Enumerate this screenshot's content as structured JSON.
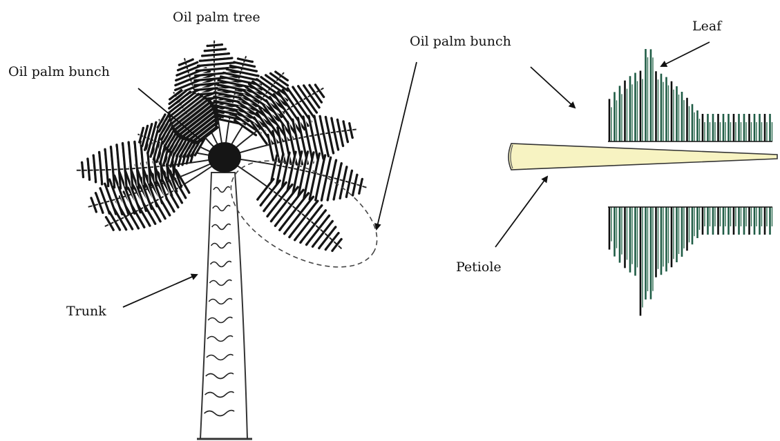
{
  "labels": {
    "tree_title": "Oil palm tree",
    "bunch_left": "Oil palm bunch",
    "bunch_right": "Oil palm bunch",
    "leaf": "Leaf",
    "petiole": "Petiole",
    "trunk": "Trunk"
  },
  "colors": {
    "ink": "#111111",
    "foliage": "#1a1a1a",
    "leaflet_green": "#1f5c45",
    "petiole_fill": "#f7f3c2",
    "trunk_fill": "#ffffff"
  }
}
